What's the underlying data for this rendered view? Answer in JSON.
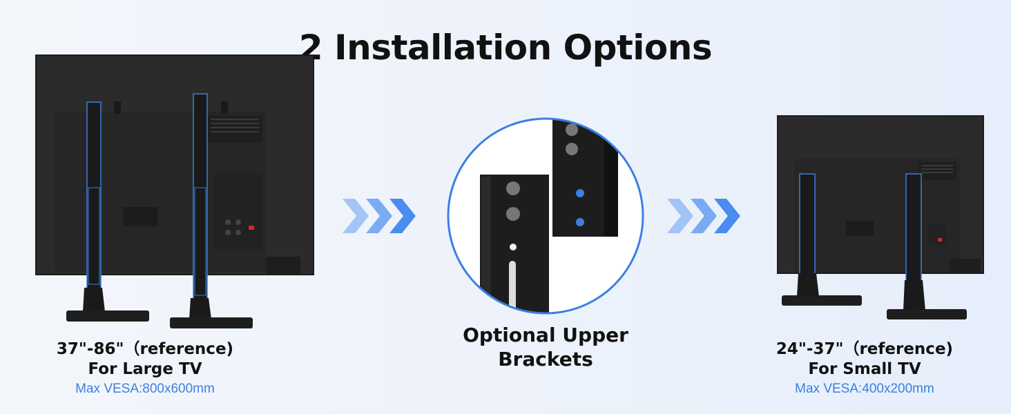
{
  "title": "2 Installation Options",
  "left_option": {
    "size_range": "37\"-86\"（reference)",
    "tv_type": "For Large TV",
    "vesa": "Max VESA:800x600mm"
  },
  "middle_option": {
    "line1": "Optional Upper",
    "line2": "Brackets"
  },
  "right_option": {
    "size_range": "24\"-37\"（reference)",
    "tv_type": "For Small TV",
    "vesa": "Max VESA:400x200mm"
  },
  "colors": {
    "accent": "#3b7fe0",
    "arrow": "#4a8cf0",
    "tv_body": "#2a2a2a",
    "text": "#111111"
  }
}
